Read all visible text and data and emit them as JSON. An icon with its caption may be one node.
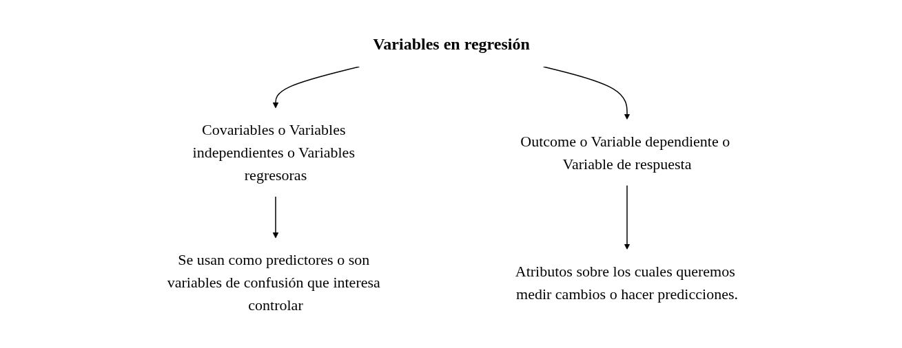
{
  "diagram": {
    "nodes": [
      {
        "text": [
          "Variables en regresión"
        ]
      },
      {
        "text": [
          "Covariables o Variables independientes o Variables regresoras"
        ]
      },
      {
        "text": [
          "Outcome o Variable dependiente o Variable de respuesta"
        ]
      },
      {
        "text": [
          "Se usan como predictores o son variables de confusión que interesa controlar"
        ]
      },
      {
        "text": [
          "Atributos sobre los cuales queremos medir cambios o hacer predicciones."
        ]
      }
    ],
    "edges": [
      {
        "from": 0,
        "to": 1,
        "arrow": "to"
      },
      {
        "from": 0,
        "to": 2,
        "arrow": "to"
      },
      {
        "from": 1,
        "to": 3,
        "arrow": "to"
      },
      {
        "from": 2,
        "to": 4,
        "arrow": "to"
      }
    ]
  }
}
